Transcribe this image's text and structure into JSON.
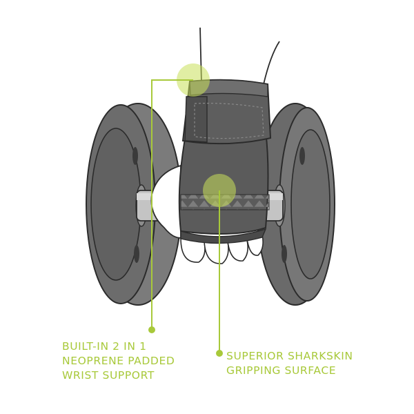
{
  "colors": {
    "accent": "#a8c93a",
    "accent_fill": "#c8e05a",
    "plate": "#6e6e6e",
    "plate_dark": "#4f4f4f",
    "glove": "#5c5c5c",
    "glove_light": "#7a7a7a",
    "bar": "#bdbdbd",
    "outline": "#2b2b2b"
  },
  "callouts": {
    "wrist": {
      "lines": [
        "BUILT-IN 2 IN 1",
        "NEOPRENE PADDED",
        "WRIST SUPPORT"
      ]
    },
    "grip": {
      "lines": [
        "SUPERIOR SHARKSKIN",
        "GRIPPING SURFACE"
      ]
    }
  }
}
